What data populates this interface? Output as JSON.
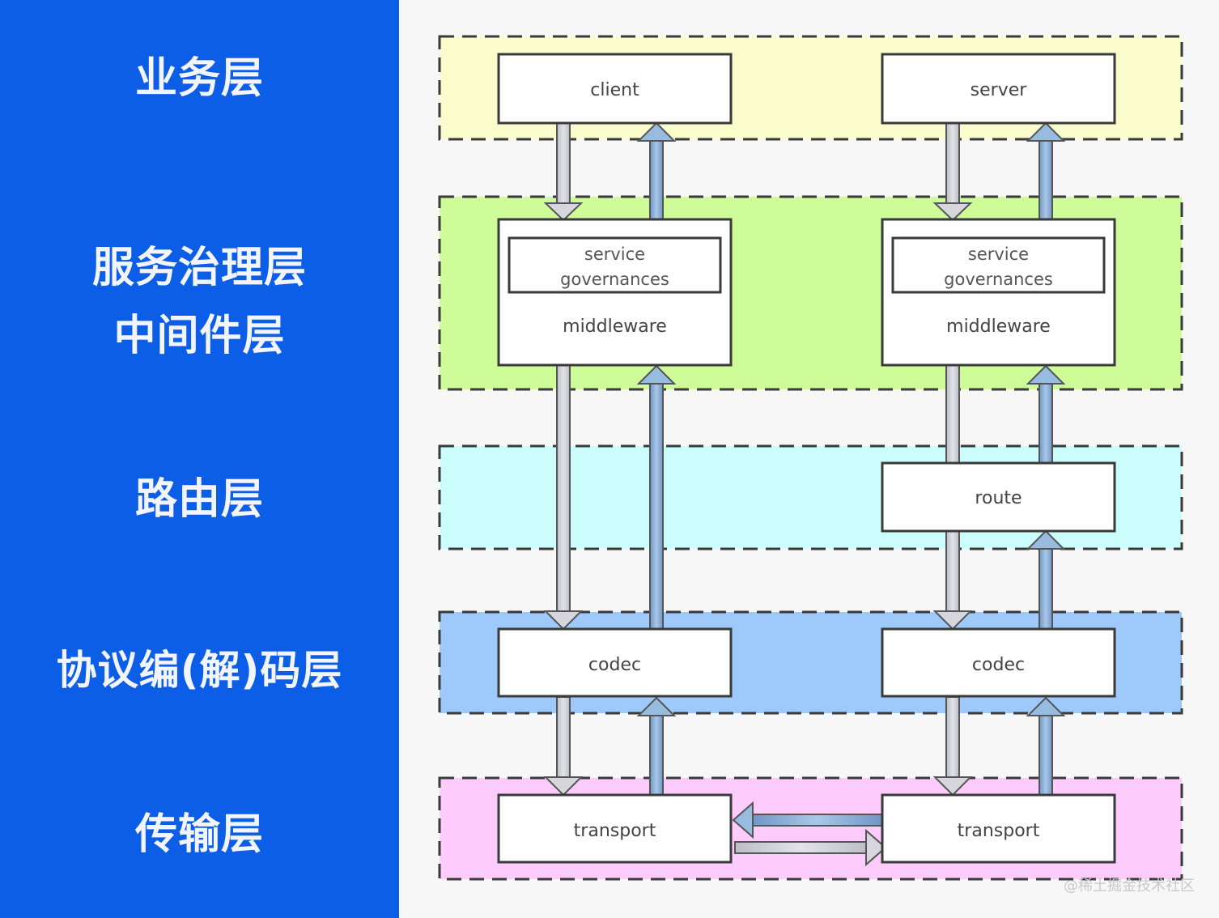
{
  "layers": {
    "business": "业务层",
    "governance": "服务治理层",
    "middleware": "中间件层",
    "routing": "路由层",
    "codec": "协议编(解)码层",
    "transport": "传输层"
  },
  "boxes": {
    "client": "client",
    "server": "server",
    "service_line1": "service",
    "service_line2": "governances",
    "middleware": "middleware",
    "route": "route",
    "codec": "codec",
    "transport": "transport"
  },
  "colors": {
    "left_panel": "#0c5ee6",
    "business_band": "#fbfccb",
    "governance_band": "#cdfc98",
    "routing_band": "#cbfdfd",
    "codec_band": "#9dc9fb",
    "transport_band": "#fdcbfc",
    "down_arrow": "#cfcfd6",
    "up_arrow": "#92b6da"
  },
  "watermark": "@稀土掘金技术社区"
}
